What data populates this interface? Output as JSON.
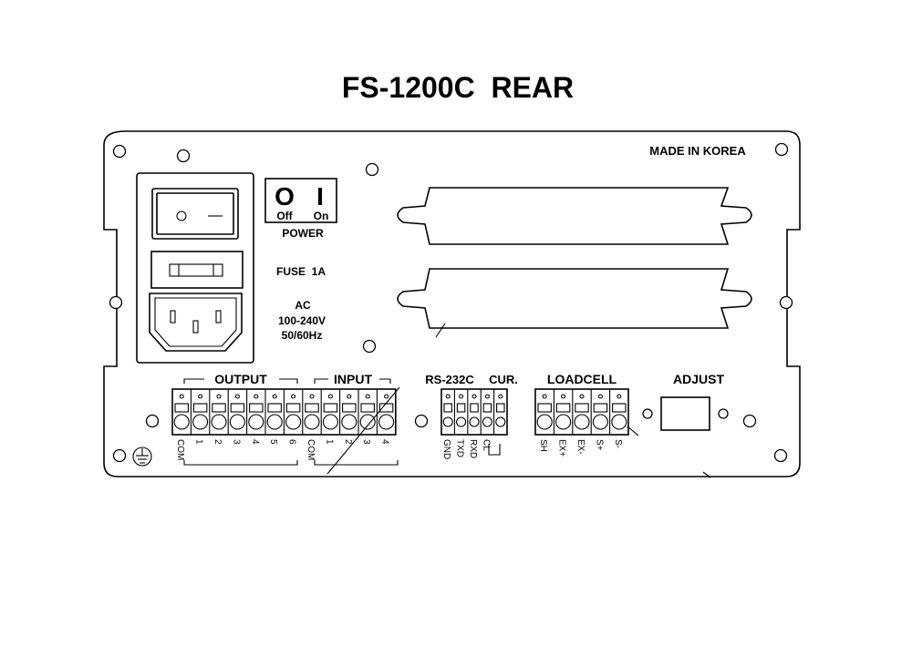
{
  "title": "FS-1200C  REAR",
  "made_in": "MADE IN KOREA",
  "power": {
    "off_symbol": "O",
    "on_symbol": "I",
    "off_label": "Off",
    "on_label": "On",
    "label": "POWER"
  },
  "fuse_label": "FUSE  1A",
  "ac": {
    "line1": "AC",
    "line2": "100-240V",
    "line3": "50/60Hz"
  },
  "output": {
    "header": "OUTPUT",
    "terminals": [
      "COM",
      "1",
      "2",
      "3",
      "4",
      "5",
      "6"
    ]
  },
  "input": {
    "header": "INPUT",
    "terminals": [
      "COM",
      "1",
      "2",
      "3",
      "4"
    ]
  },
  "rs232c": {
    "header": "RS-232C",
    "terminals": [
      "GND",
      "TXD",
      "RXD"
    ]
  },
  "cur": {
    "header": "CUR.",
    "terminals": [
      "CL"
    ]
  },
  "loadcell": {
    "header": "LOADCELL",
    "terminals": [
      "SH",
      "EX+",
      "EX-",
      "S+",
      "S-"
    ]
  },
  "adjust_label": "ADJUST",
  "icons": {
    "ground": "earth-ground-icon",
    "power_switch": "rocker-switch-icon",
    "fuse": "fuse-icon",
    "ac_inlet": "iec-power-inlet-icon"
  }
}
